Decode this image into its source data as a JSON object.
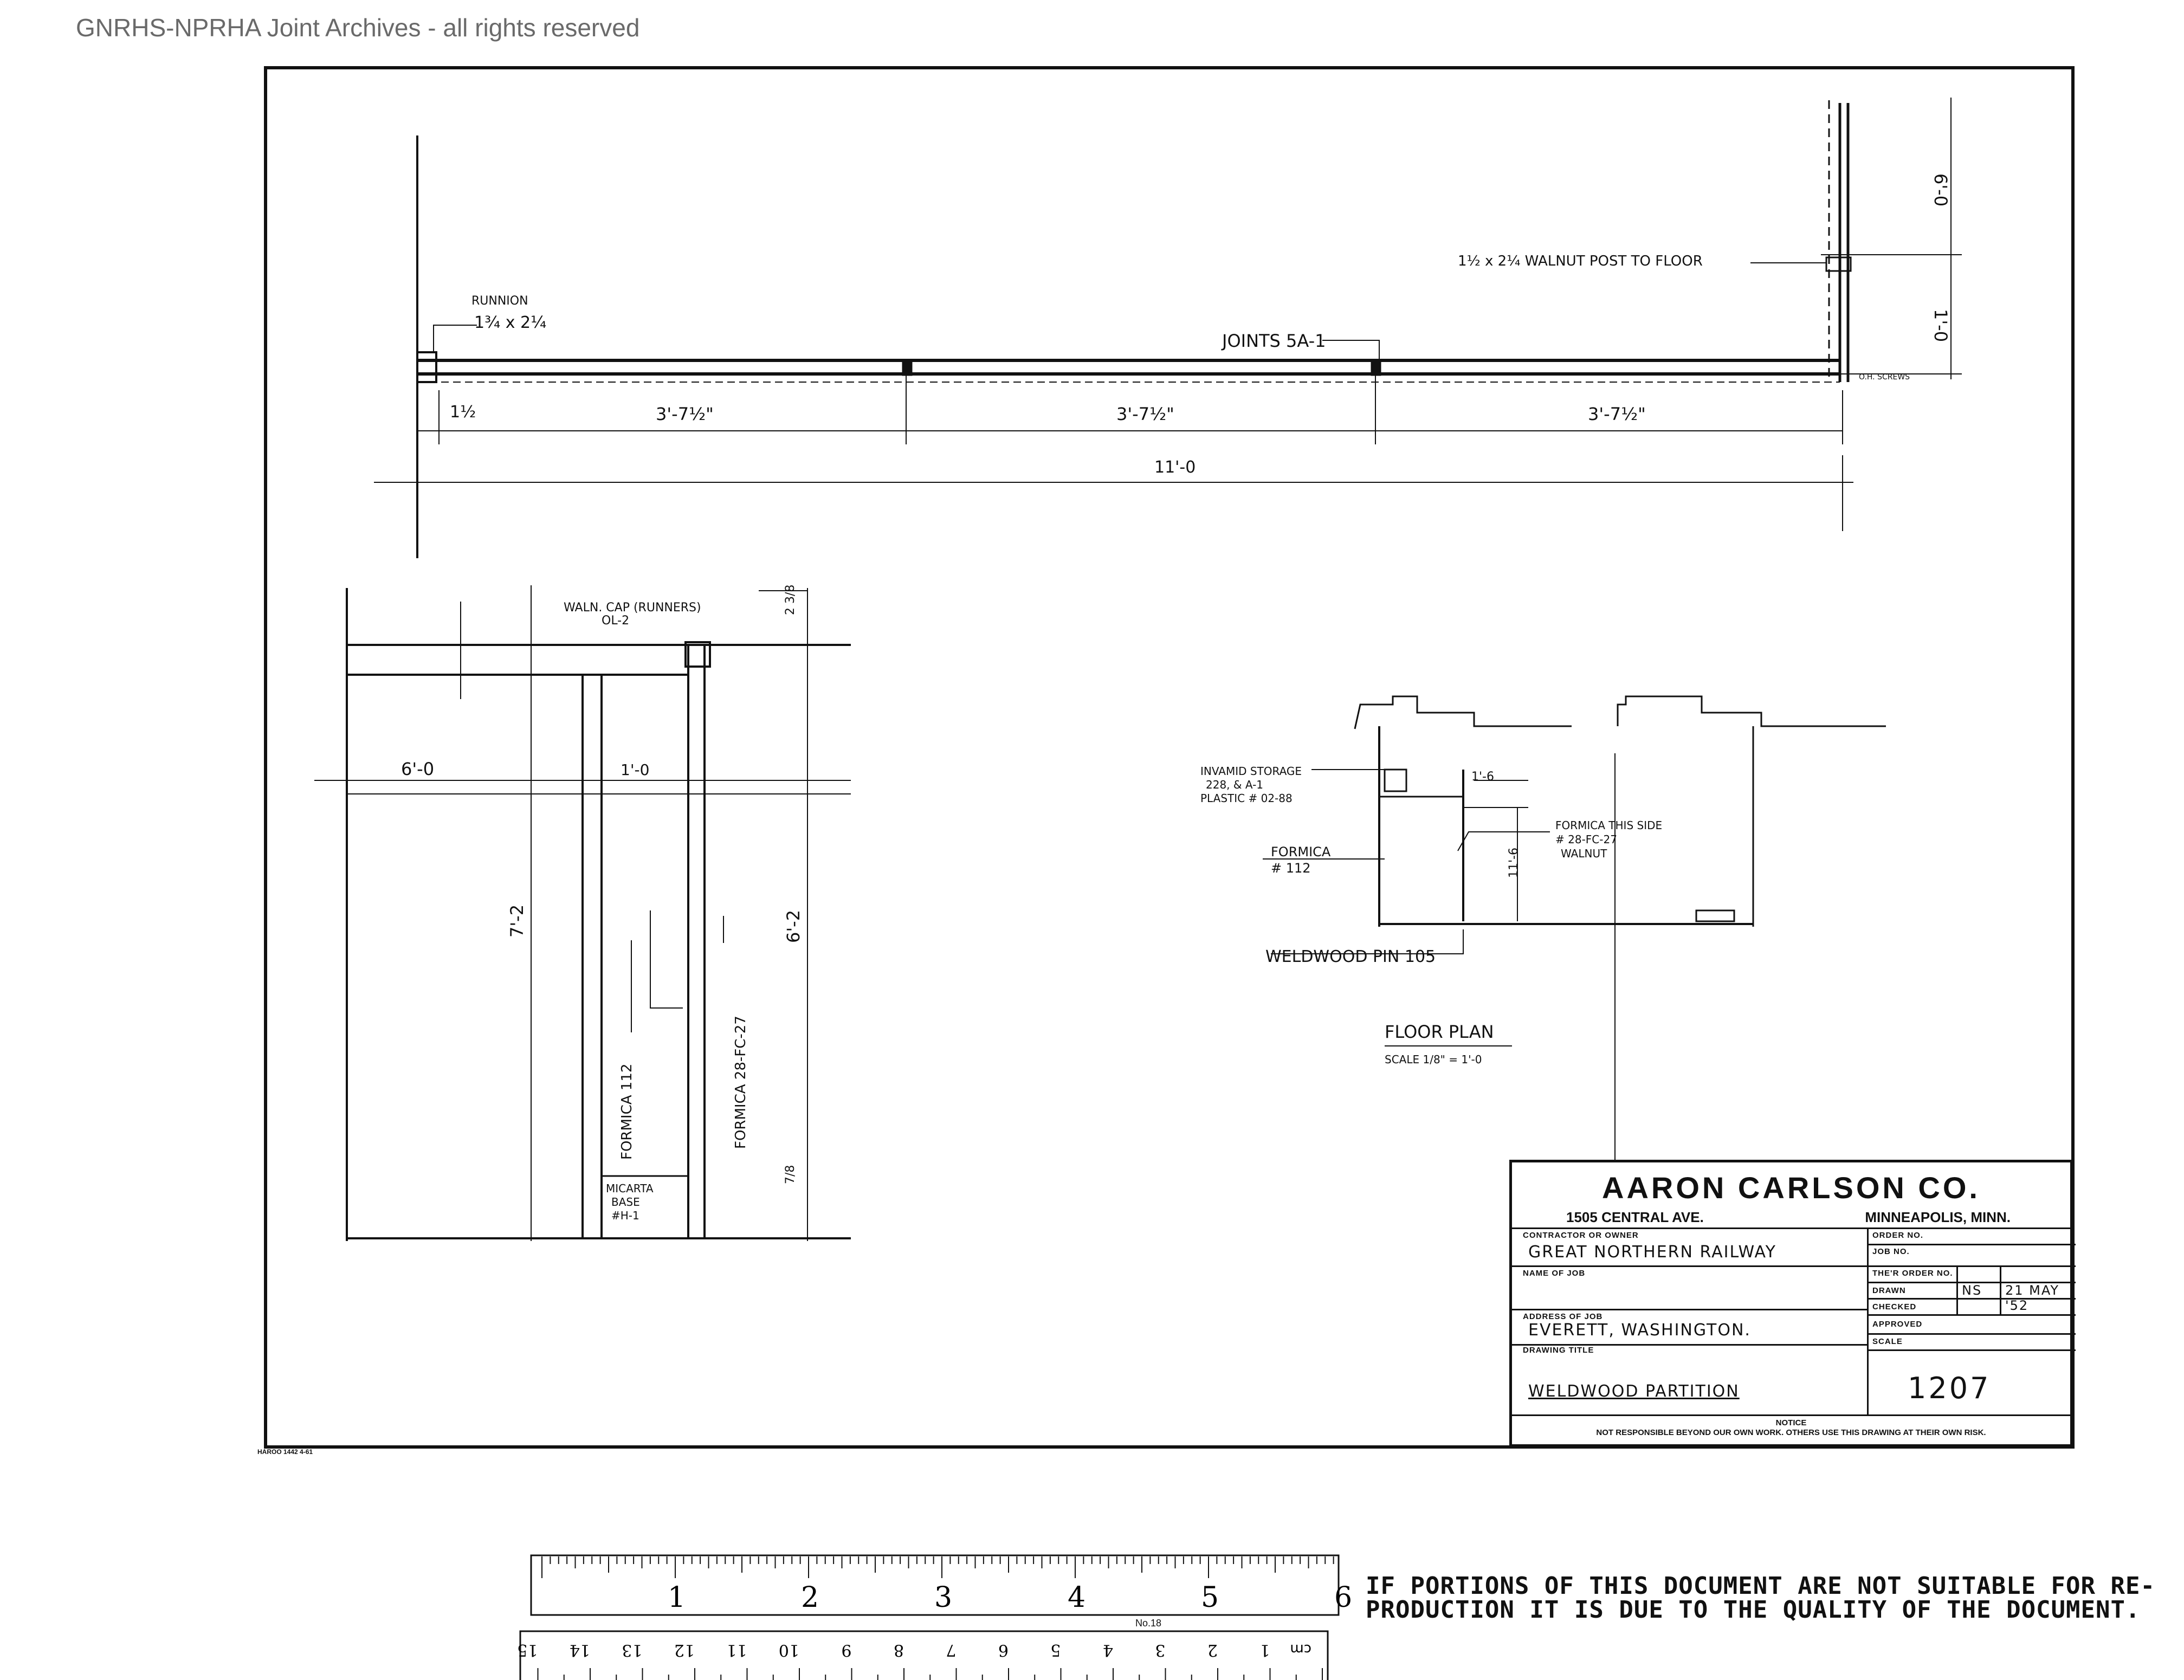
{
  "header": {
    "archive_notice": "GNRHS-NPRHA Joint Archives - all rights reserved"
  },
  "drawing": {
    "elevation": {
      "runnion": "RUNNION",
      "runnion_size": "1¾ x 2¼",
      "joints": "JOINTS 5A-1",
      "walnut_post": "1½ x 2¼ WALNUT POST TO FLOOR",
      "dim_1_half": "1½",
      "dim_span_1": "3'-7½\"",
      "dim_span_2": "3'-7½\"",
      "dim_span_3": "3'-7½\"",
      "dim_overall": "11'-0",
      "dim_top": "6'-0",
      "dim_mid": "1'-0",
      "screws": "O.H. SCREWS"
    },
    "section": {
      "walnut_cap": "WALN. CAP (RUNNERS)",
      "walnut_cap_ref": "OL-2",
      "dim_cap": "2 3/8",
      "dim_6_0": "6'-0",
      "dim_1_0": "1'-0",
      "dim_7_2": "7'-2",
      "dim_6_2": "6'-2",
      "formica_112": "FORMICA 112",
      "formica_28": "FORMICA 28-FC-27",
      "micarta_1": "MICARTA",
      "micarta_2": "BASE",
      "micarta_3": "#H-1",
      "dim_base": "7/8"
    },
    "floor_plan": {
      "title": "FLOOR PLAN",
      "scale": "SCALE 1/8\" = 1'-0",
      "note_storage_1": "INVAMID STORAGE",
      "note_storage_2": "228, & A-1",
      "note_storage_3": "PLASTIC # 02-88",
      "formica_label": "FORMICA",
      "formica_num": "# 112",
      "formica_this_side_1": "FORMICA THIS SIDE",
      "formica_this_side_2": "# 28-FC-27",
      "formica_this_side_3": "WALNUT",
      "dim_1_6": "1'-6",
      "dim_11_6": "11'-6",
      "weldwood": "WELDWOOD PIN 105"
    }
  },
  "title_block": {
    "company": "AARON CARLSON CO.",
    "address": "1505 CENTRAL AVE.",
    "city": "MINNEAPOLIS, MINN.",
    "contractor_label": "CONTRACTOR OR OWNER",
    "contractor": "GREAT NORTHERN RAILWAY",
    "job_name_label": "NAME OF JOB",
    "job_name": "",
    "address_label": "ADDRESS OF JOB",
    "job_address": "EVERETT, WASHINGTON.",
    "drawing_title_label": "DRAWING TITLE",
    "drawing_title": "WELDWOOD PARTITION",
    "drawing_number": "1207",
    "order_no_label": "ORDER NO.",
    "job_no_label": "JOB NO.",
    "their_order_label": "THE'R ORDER NO.",
    "drawn_label": "DRAWN",
    "drawn_by": "NS",
    "drawn_date": "21 MAY '52",
    "checked_label": "CHECKED",
    "approved_label": "APPROVED",
    "scale_label": "SCALE",
    "notice_heading": "NOTICE",
    "notice": "NOT RESPONSIBLE BEYOND OUR OWN WORK. OTHERS USE THIS DRAWING AT THEIR OWN RISK.",
    "form_number": "HAROO 1442 4-61"
  },
  "ruler": {
    "inches": [
      "1",
      "2",
      "3",
      "4",
      "5",
      "6"
    ],
    "cm": [
      "1",
      "2",
      "3",
      "4",
      "5",
      "6",
      "7",
      "8",
      "9",
      "10",
      "11",
      "12",
      "13",
      "14",
      "15"
    ],
    "cm_unit": "cm",
    "model": "No.18"
  },
  "disclaimer": {
    "line1": "IF PORTIONS OF THIS DOCUMENT ARE NOT SUITABLE FOR RE-",
    "line2": "PRODUCTION IT IS DUE TO THE QUALITY OF THE DOCUMENT."
  },
  "colors": {
    "ink": "#111111",
    "paper": "#ffffff",
    "header_gray": "#6a6a6a"
  }
}
